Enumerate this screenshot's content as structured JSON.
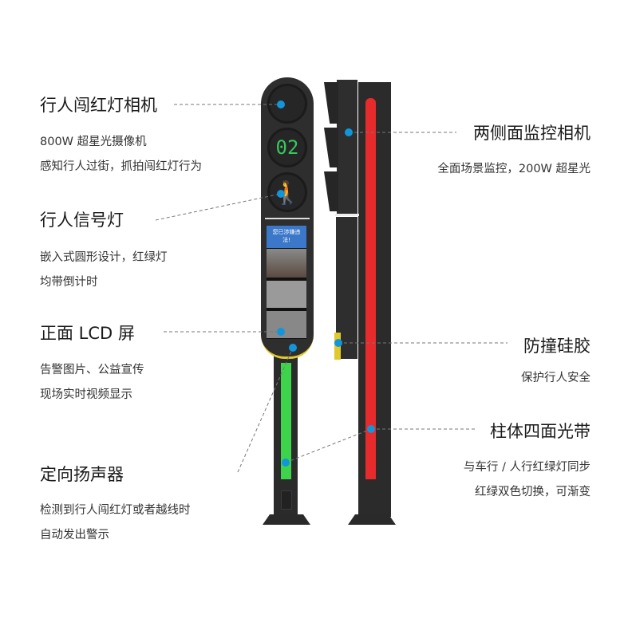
{
  "labels": {
    "camera_left": {
      "title": "行人闯红灯相机",
      "lines": [
        "800W 超星光摄像机",
        "感知行人过街，抓拍闯红灯行为"
      ]
    },
    "ped_signal": {
      "title": "行人信号灯",
      "lines": [
        "嵌入式圆形设计，红绿灯",
        "均带倒计时"
      ]
    },
    "lcd": {
      "title": "正面 LCD 屏",
      "lines": [
        "告警图片、公益宣传",
        "现场实时视频显示"
      ]
    },
    "speaker": {
      "title": "定向扬声器",
      "lines": [
        "检测到行人闯红灯或者越线时",
        "自动发出警示"
      ]
    },
    "side_camera": {
      "title": "两侧面监控相机",
      "lines": [
        "全面场景监控，200W 超星光"
      ]
    },
    "bumper": {
      "title": "防撞硅胶",
      "lines": [
        "保护行人安全"
      ]
    },
    "light_strip": {
      "title": "柱体四面光带",
      "lines": [
        "与车行 / 人行红绿灯同步",
        "红绿双色切换，可渐变"
      ]
    }
  },
  "device": {
    "countdown": "02",
    "screen_text": "您已涉嫌违法!"
  },
  "colors": {
    "pole": "#2a2a2a",
    "green_strip": "#3dd34a",
    "red_strip": "#e52b2b",
    "dot": "#1296db",
    "bumper": "#e0c92a"
  }
}
